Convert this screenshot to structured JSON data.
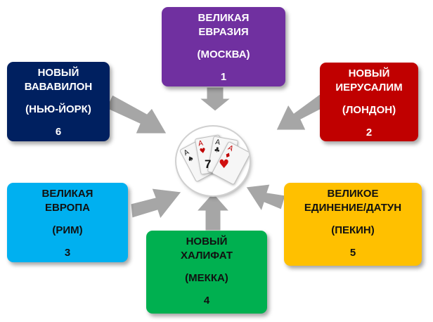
{
  "colors": {
    "box_1": "#7030a0",
    "box_2": "#c00000",
    "box_3": "#00b0f0",
    "box_4": "#00b050",
    "box_5": "#ffc000",
    "box_6": "#002060",
    "arrow": "#a6a6a6"
  },
  "center": {
    "number": "7",
    "icon": "playing-cards-aces-icon",
    "heart": "♥"
  },
  "nodes": [
    {
      "id": "1",
      "lines": [
        "ВЕЛИКАЯ",
        "ЕВРАЗИЯ"
      ],
      "city": "(МОСКВА)",
      "number": "1"
    },
    {
      "id": "2",
      "lines": [
        "НОВЫЙ",
        "ИЕРУСАЛИМ"
      ],
      "city": "(ЛОНДОН)",
      "number": "2"
    },
    {
      "id": "3",
      "lines": [
        "ВЕЛИКАЯ",
        "ЕВРОПА"
      ],
      "city": "(РИМ)",
      "number": "3"
    },
    {
      "id": "4",
      "lines": [
        "НОВЫЙ",
        "ХАЛИФАТ"
      ],
      "city": "(МЕККА)",
      "number": "4"
    },
    {
      "id": "5",
      "lines": [
        "ВЕЛИКОЕ",
        "ЕДИНЕНИЕ/ДАТУН"
      ],
      "city": "(ПЕКИН)",
      "number": "5"
    },
    {
      "id": "6",
      "lines": [
        "НОВЫЙ",
        "ВАВАВИЛОН"
      ],
      "city": "(НЬЮ-ЙОРК)",
      "number": "6"
    }
  ]
}
